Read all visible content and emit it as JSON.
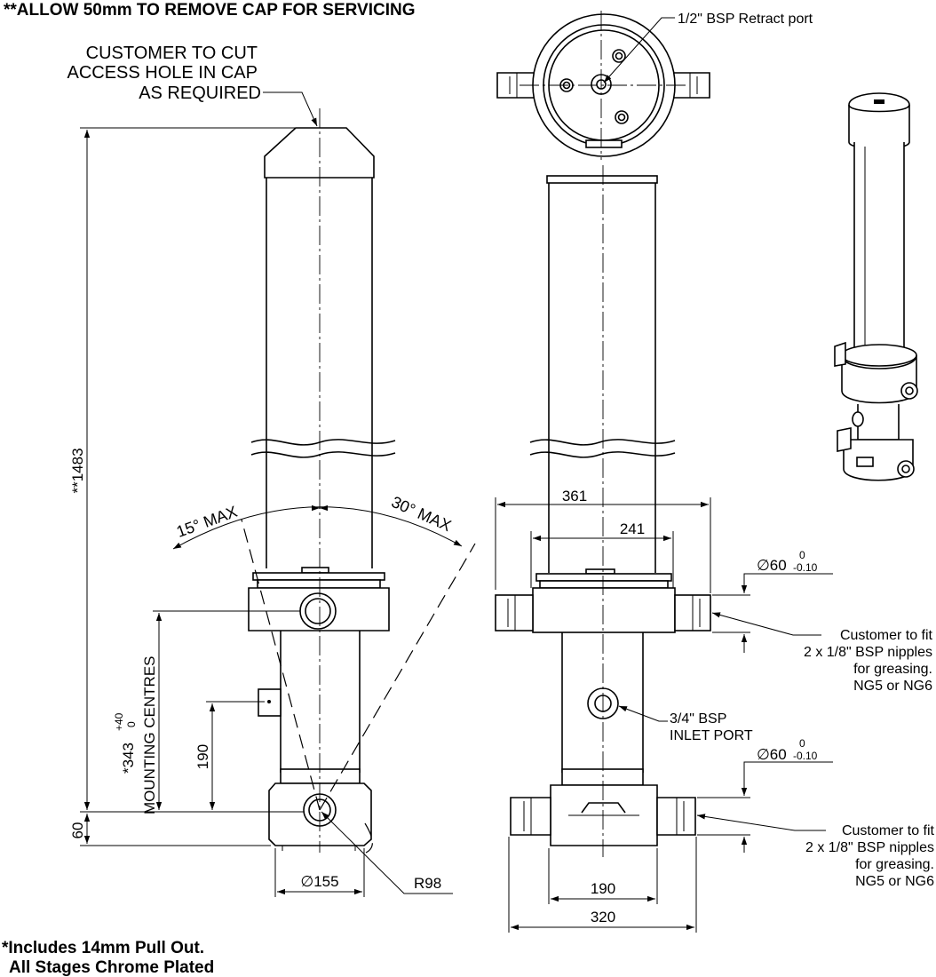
{
  "notes": {
    "top": "**ALLOW 50mm TO REMOVE CAP FOR SERVICING",
    "bottom_line1": "*Includes 14mm Pull Out.",
    "bottom_line2": "All Stages Chrome Plated"
  },
  "side_view": {
    "cap_note": [
      "CUSTOMER TO CUT",
      "ACCESS HOLE IN CAP",
      "AS REQUIRED"
    ],
    "overall_length": "**1483",
    "angle_left": "15° MAX",
    "angle_right": "30° MAX",
    "mounting_centres": {
      "value": "*343",
      "tol_upper": "+40",
      "tol_lower": "0",
      "label": "MOUNTING CENTRES"
    },
    "dim_190": "190",
    "dim_60": "60",
    "dim_dia155": "∅155",
    "dim_r98": "R98"
  },
  "front_view": {
    "retract_port": "1/2\" BSP Retract port",
    "dim_361": "361",
    "dim_241": "241",
    "dia60_upper": {
      "value": "∅60",
      "tol_upper": "0",
      "tol_lower": "-0.10"
    },
    "dia60_lower": {
      "value": "∅60",
      "tol_upper": "0",
      "tol_lower": "-0.10"
    },
    "grease_note_upper": [
      "Customer to fit",
      "2 x 1/8\" BSP nipples",
      "for greasing.",
      "NG5 or NG6"
    ],
    "grease_note_lower": [
      "Customer to fit",
      "2 x 1/8\" BSP nipples",
      "for greasing.",
      "NG5 or NG6"
    ],
    "inlet_port": [
      "3/4\" BSP",
      "INLET PORT"
    ],
    "dim_190": "190",
    "dim_320": "320"
  }
}
